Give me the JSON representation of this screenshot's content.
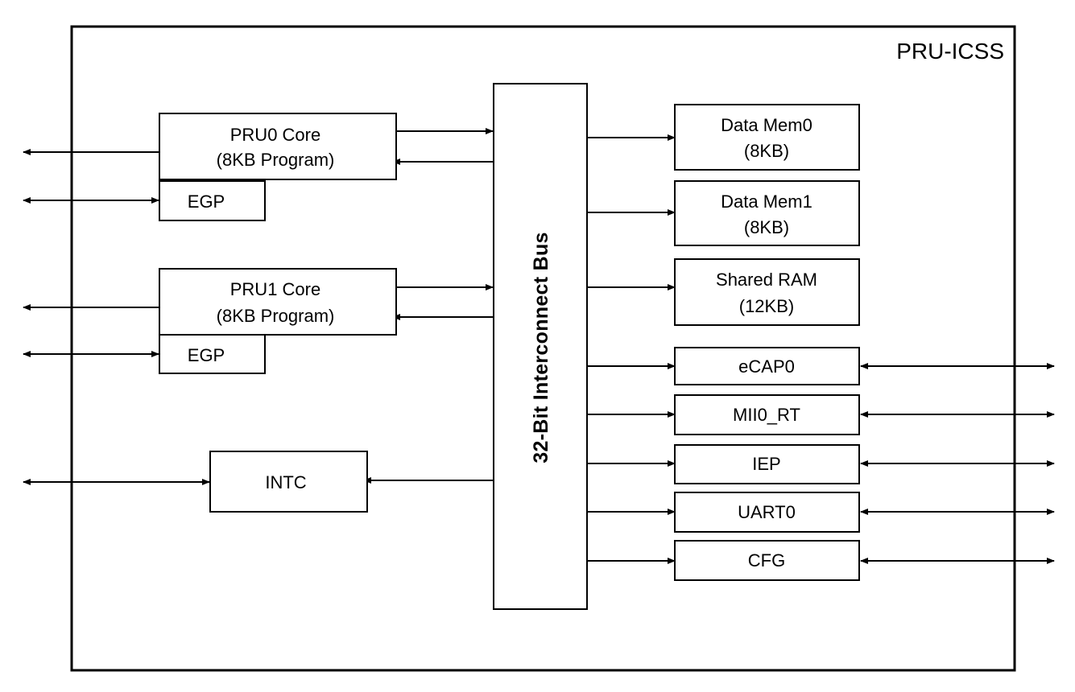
{
  "diagram": {
    "title": "PRU-ICSS",
    "bus_label": "32-Bit Interconnect Bus",
    "colors": {
      "line": "#000000",
      "background": "#ffffff"
    },
    "cores": [
      {
        "id": "pru0",
        "line1": "PRU0 Core",
        "line2": "(8KB Program)",
        "egp": "EGP"
      },
      {
        "id": "pru1",
        "line1": "PRU1 Core",
        "line2": "(8KB Program)",
        "egp": "EGP"
      }
    ],
    "intc": {
      "label": "INTC"
    },
    "memories": [
      {
        "id": "dmem0",
        "line1": "Data Mem0",
        "line2": "(8KB)"
      },
      {
        "id": "dmem1",
        "line1": "Data Mem1",
        "line2": "(8KB)"
      },
      {
        "id": "sram",
        "line1": "Shared RAM",
        "line2": "(12KB)"
      }
    ],
    "peripherals": [
      {
        "id": "ecap0",
        "label": "eCAP0"
      },
      {
        "id": "mii0rt",
        "label": "MII0_RT"
      },
      {
        "id": "iep",
        "label": "IEP"
      },
      {
        "id": "uart0",
        "label": "UART0"
      },
      {
        "id": "cfg",
        "label": "CFG"
      }
    ]
  }
}
